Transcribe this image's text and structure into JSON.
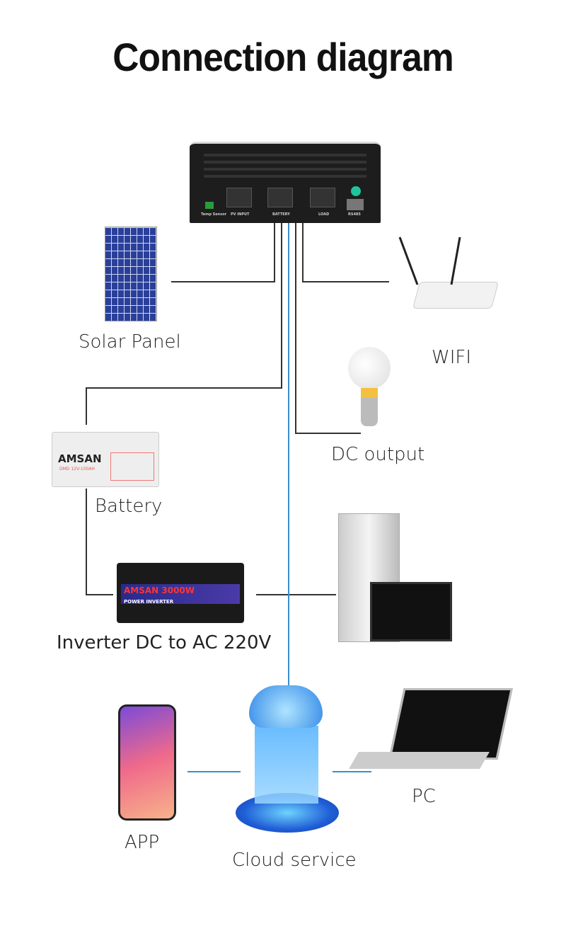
{
  "title": "Connection diagram",
  "controller": {
    "terminals": [
      "Temp Sensor",
      "PV INPUT",
      "BATTERY",
      "LOAD",
      "RS485"
    ]
  },
  "labels": {
    "solar_panel": "Solar Panel",
    "wifi": "WIFI",
    "dc_output": "DC output",
    "battery": "Battery",
    "inverter": "Inverter DC to AC 220V",
    "app": "APP",
    "cloud": "Cloud service",
    "pc": "PC"
  },
  "battery_brand": "AMSAN",
  "battery_model": "DMD 12V-100AH",
  "inverter_brand": "AMSAN 3000W",
  "inverter_sub": "POWER INVERTER",
  "colors": {
    "wire": "#333333",
    "data_wire": "#3a8fd0"
  }
}
